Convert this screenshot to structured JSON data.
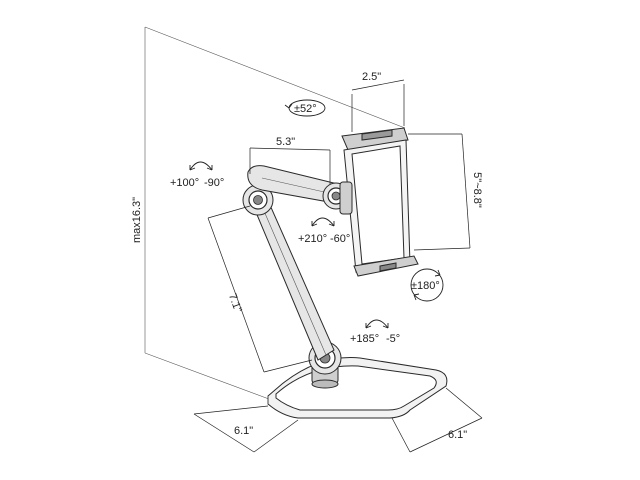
{
  "dimensions": {
    "max_height": "max16.3\"",
    "clamp_width": "2.5\"",
    "upper_arm_length": "5.3\"",
    "device_range": "5\"~8.8\"",
    "lower_arm_length": "7.1\"",
    "base_depth": "6.1\"",
    "base_width": "6.1\""
  },
  "rotations": {
    "clamp_tilt": "±52°",
    "head_joint_plus": "+100°",
    "head_joint_minus": "-90°",
    "elbow_plus": "+210°",
    "elbow_minus": "-60°",
    "holder_rotation": "±180°",
    "base_joint_plus": "+185°",
    "base_joint_minus": "-5°"
  },
  "colors": {
    "line": "#222222",
    "metal_light": "#e6e6e6",
    "metal_dark": "#cfcfcf",
    "tablet": "#ffffff"
  }
}
